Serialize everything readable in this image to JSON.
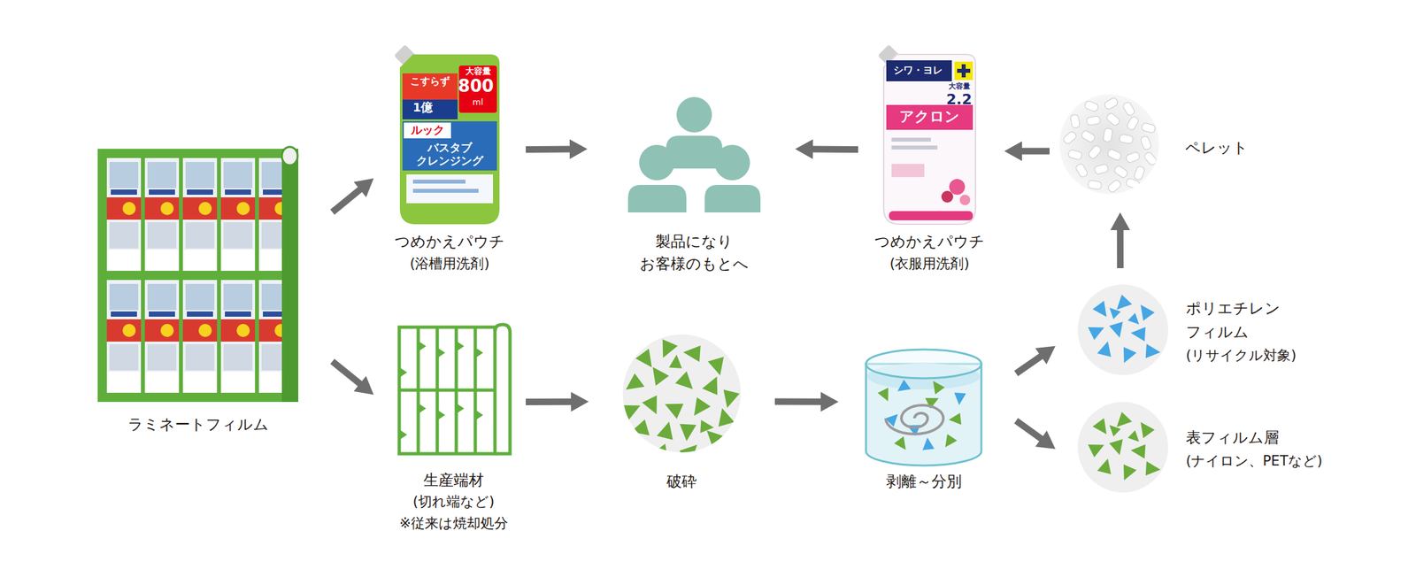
{
  "diagram": {
    "nodes": [
      {
        "text": [
          "ラミネートフィルム"
        ]
      },
      {
        "text": [
          "つめかえパウチ",
          "(浴槽用洗剤)"
        ]
      },
      {
        "text": [
          "製品になり お客様のもとへ"
        ]
      },
      {
        "text": [
          "つめかえパウチ",
          "(衣服用洗剤)"
        ]
      },
      {
        "text": [
          "ペレット"
        ]
      },
      {
        "text": [
          "ポリエチレン フィルム",
          "(リサイクル対象)"
        ]
      },
      {
        "text": [
          "生産端材",
          "(切れ端など)",
          "※従来は焼却処分"
        ]
      },
      {
        "text": [
          "破砕"
        ]
      },
      {
        "text": [
          "剥離～分別"
        ]
      },
      {
        "text": [
          "表フィルム層",
          "(ナイロン、PETなど)"
        ]
      }
    ],
    "edges": [
      {
        "from": 0,
        "to": 1,
        "arrow": "to"
      },
      {
        "from": 0,
        "to": 6,
        "arrow": "to"
      },
      {
        "from": 1,
        "to": 2,
        "arrow": "to"
      },
      {
        "from": 3,
        "to": 2,
        "arrow": "to"
      },
      {
        "from": 4,
        "to": 3,
        "arrow": "to"
      },
      {
        "from": 5,
        "to": 4,
        "arrow": "to"
      },
      {
        "from": 6,
        "to": 7,
        "arrow": "to"
      },
      {
        "from": 7,
        "to": 8,
        "arrow": "to"
      },
      {
        "from": 8,
        "to": 5,
        "arrow": "to"
      },
      {
        "from": 8,
        "to": 9,
        "arrow": "to"
      }
    ],
    "labels": [
      "こすらず",
      "1億",
      "大容量",
      "800",
      "ml",
      "ルック",
      "バスタブ クレンジング",
      "シワ・ヨレ",
      "大容量",
      "2.2",
      "アクロン"
    ]
  }
}
